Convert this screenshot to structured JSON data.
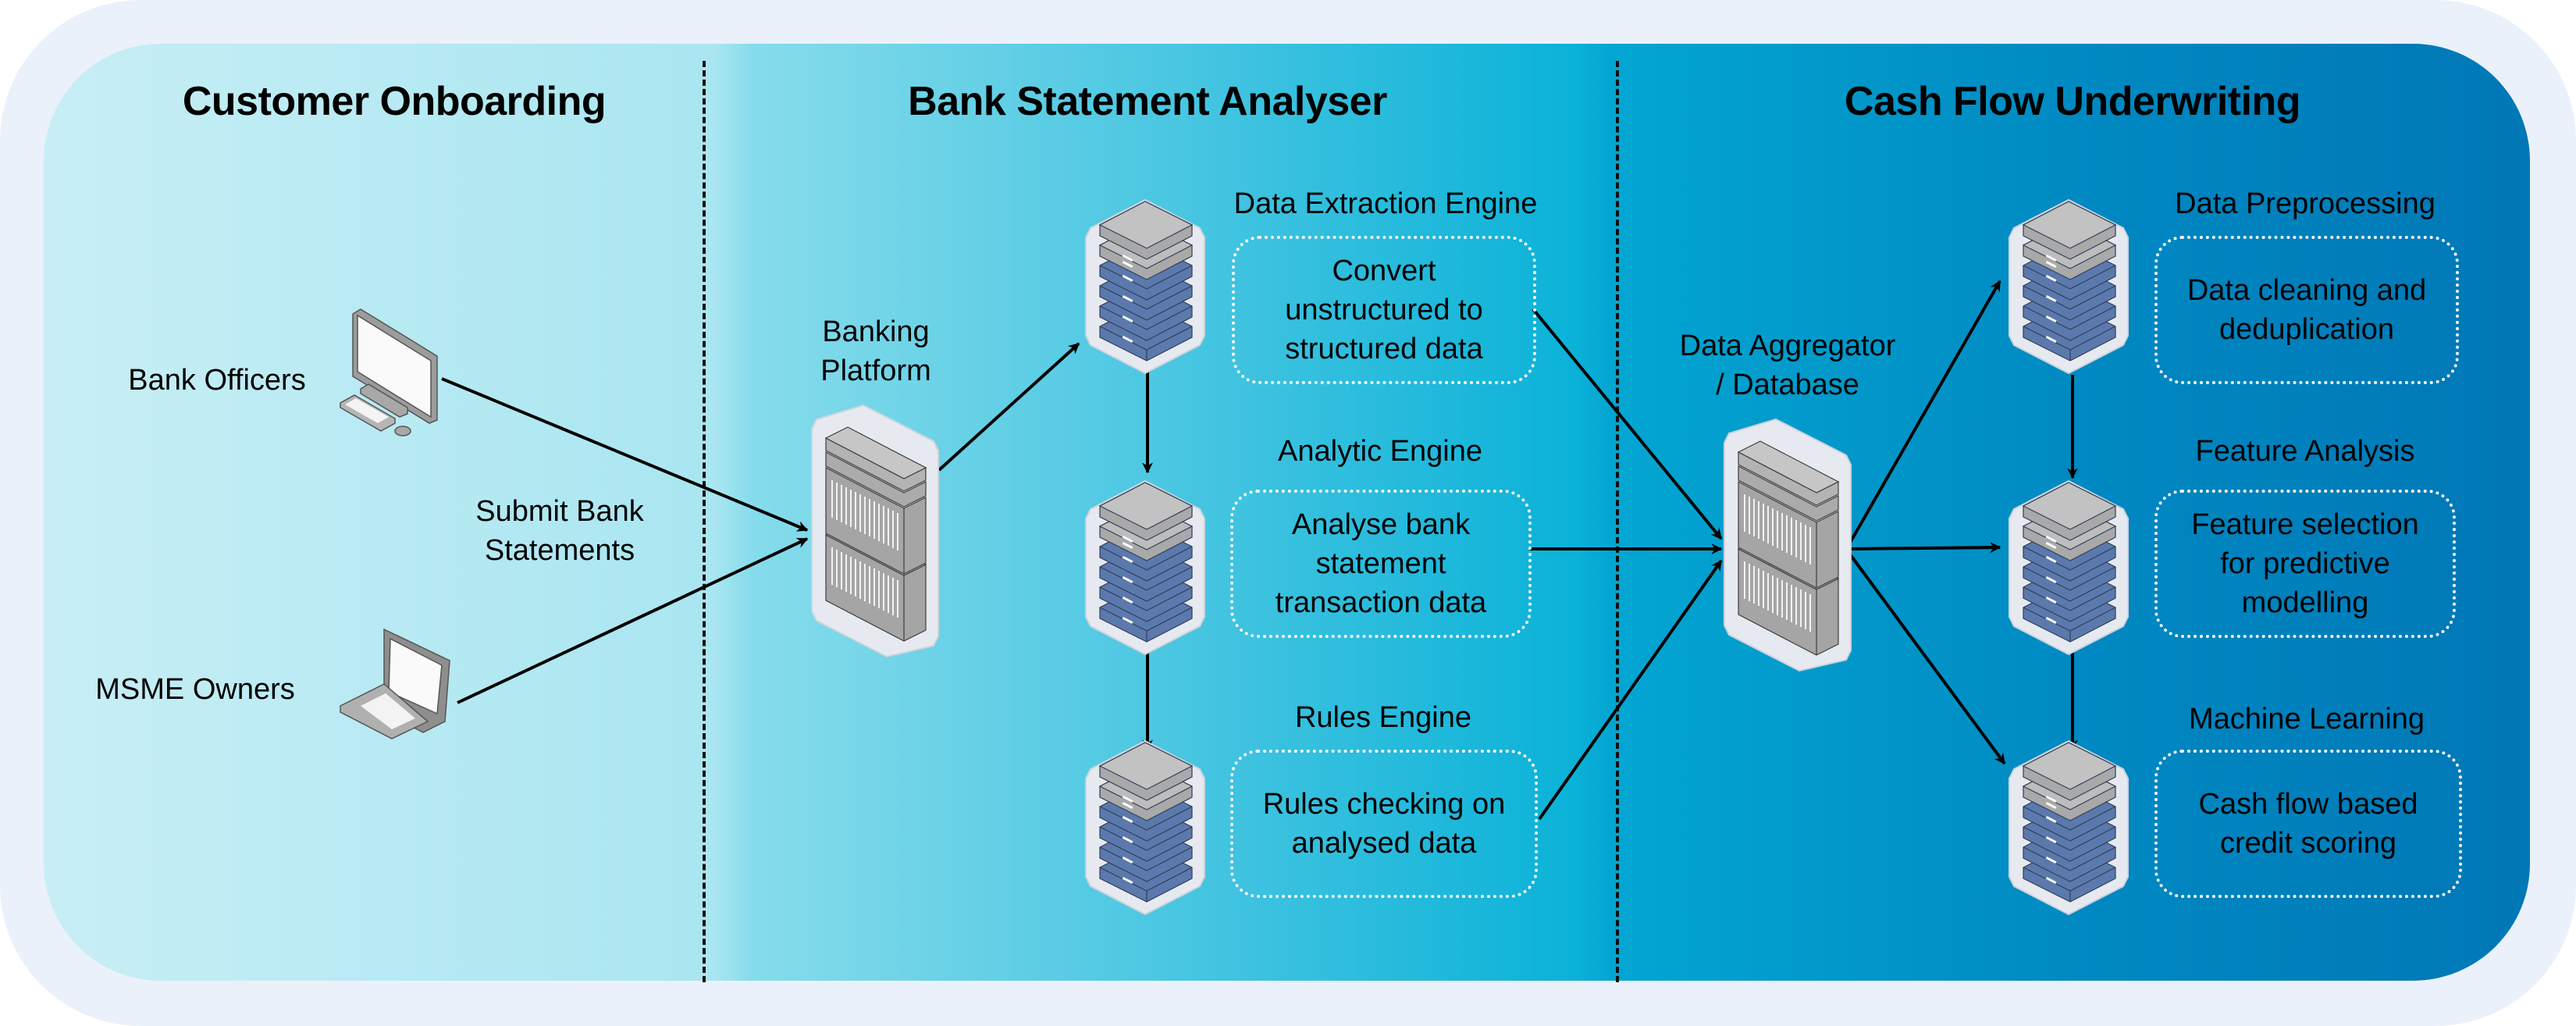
{
  "sections": [
    {
      "title": "Customer Onboarding"
    },
    {
      "title": "Bank Statement Analyser"
    },
    {
      "title": "Cash Flow Underwriting"
    }
  ],
  "actors": [
    {
      "label": "Bank Officers",
      "icon": "desktop-computer-icon"
    },
    {
      "label": "MSME Owners",
      "icon": "laptop-icon"
    }
  ],
  "edge_labels": {
    "submit": "Submit Bank\nStatements"
  },
  "platform": {
    "label": "Banking\nPlatform",
    "icon": "server-rack-icon"
  },
  "engines": [
    {
      "title": "Data Extraction Engine",
      "description": "Convert\nunstructured to\nstructured data",
      "icon": "server-stack-icon"
    },
    {
      "title": "Analytic Engine",
      "description": "Analyse bank\nstatement\ntransaction data",
      "icon": "server-stack-icon"
    },
    {
      "title": "Rules Engine",
      "description": "Rules checking on\nanalysed data",
      "icon": "server-stack-icon"
    }
  ],
  "aggregator": {
    "label": "Data Aggregator\n/ Database",
    "icon": "server-rack-icon"
  },
  "underwriting": [
    {
      "title": "Data Preprocessing",
      "description": "Data cleaning and\ndeduplication",
      "icon": "server-stack-icon"
    },
    {
      "title": "Feature Analysis",
      "description": "Feature selection\nfor predictive\nmodelling",
      "icon": "server-stack-icon"
    },
    {
      "title": "Machine Learning",
      "description": "Cash flow based\ncredit scoring",
      "icon": "server-stack-icon"
    }
  ],
  "colors": {
    "outer_bg": "#EBF1FB",
    "gradient_start": "#C8EEF5",
    "gradient_end": "#0077B6",
    "server_gray": "#B5B5B5",
    "server_blue": "#5574A6",
    "arrow": "#000000"
  }
}
